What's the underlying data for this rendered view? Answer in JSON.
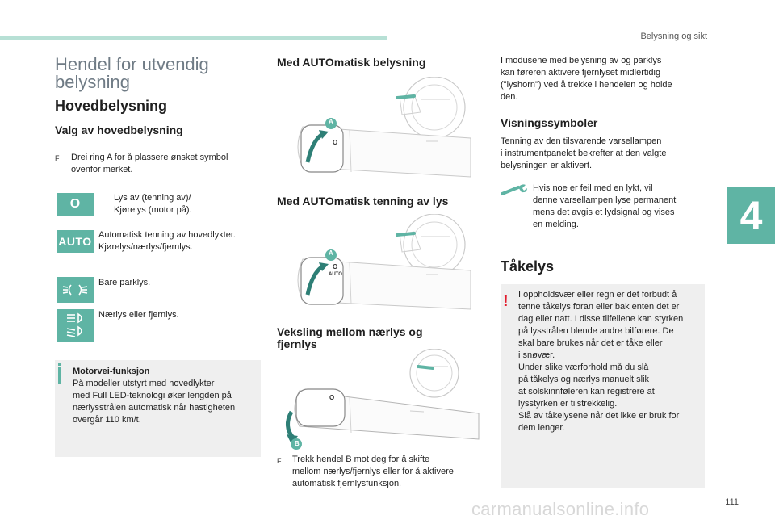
{
  "header": {
    "chapter_title": "Belysning og sikt",
    "chapter_number": "4",
    "page_number": "111"
  },
  "left": {
    "main_title": "Hendel for utvendig belysning",
    "section_title": "Hovedbelysning",
    "subsection_title": "Valg av hovedbelysning",
    "instruction_marker": "F",
    "instruction": "Drei ring A for å plassere ønsket symbol ovenfor merket.",
    "symbols": [
      {
        "icon": "o-symbol",
        "label": "O",
        "text_line1": "Lys av (tenning av)/",
        "text_line2": "Kjørelys (motor på)."
      },
      {
        "icon": "auto-symbol",
        "label": "AUTO",
        "text_line1": "Automatisk tenning av hovedlykter.",
        "text_line2": "Kjørelys/nærlys/fjernlys."
      },
      {
        "icon": "parking-light-icon",
        "text_line1": "Bare parklys."
      },
      {
        "icon": "low-high-beam-icon",
        "text_line1": "Nærlys eller fjernlys."
      }
    ],
    "info_box": {
      "title": "Motorvei-funksjon",
      "lines": [
        "På modeller utstyrt med hovedlykter",
        "med Full LED-teknologi øker lengden på",
        "nærlysstrålen automatisk når hastigheten",
        "overgår 110 km/t."
      ]
    }
  },
  "middle": {
    "auto_lighting_title": "Med AUTOmatisk belysning",
    "auto_ignition_title": "Med AUTOmatisk tenning av lys",
    "switch_title_line1": "Veksling mellom nærlys og",
    "switch_title_line2": "fjernlys",
    "label_a": "A",
    "label_b": "B",
    "label_o": "O",
    "label_auto": "AUTO",
    "instruction_marker": "F",
    "instruction_lines": [
      "Trekk hendel B mot deg for å skifte",
      "mellom nærlys/fjernlys eller for å aktivere",
      "automatisk fjernlysfunksjon."
    ]
  },
  "right": {
    "intro_lines": [
      "I modusene med belysning av og parklys",
      "kan føreren aktivere fjernlyset midlertidig",
      "(\"lyshorn\") ved å trekke i hendelen og holde",
      "den."
    ],
    "symbols_title": "Visningssymboler",
    "symbols_lines": [
      "Tenning av den tilsvarende varsellampen",
      "i instrumentpanelet bekrefter at den valgte",
      "belysningen er aktivert."
    ],
    "fault_lines": [
      "Hvis noe er feil med en lykt, vil",
      "denne varsellampen lyse permanent",
      "mens det avgis et lydsignal og vises",
      "en melding."
    ],
    "fog_title": "Tåkelys",
    "warning_lines": [
      "I oppholdsvær eller regn er det forbudt å",
      "tenne tåkelys foran eller bak enten det er",
      "dag eller natt. I disse tilfellene kan styrken",
      "på lysstrålen blende andre bilførere. De",
      "skal bare brukes når det er tåke eller",
      "i snøvær.",
      "Under slike værforhold må du slå",
      "på tåkelys og nærlys manuelt slik",
      "at solskinnføleren kan registrere at",
      "lysstyrken er tilstrekkelig.",
      "Slå av tåkelysene når det ikke er bruk for",
      "dem lenger."
    ]
  },
  "footer": {
    "watermark": "carmanualsonline.info"
  },
  "colors": {
    "accent": "#5fb4a4",
    "warning": "#e21b2c",
    "box": "#efefef",
    "title_grey": "#6f7b85"
  }
}
